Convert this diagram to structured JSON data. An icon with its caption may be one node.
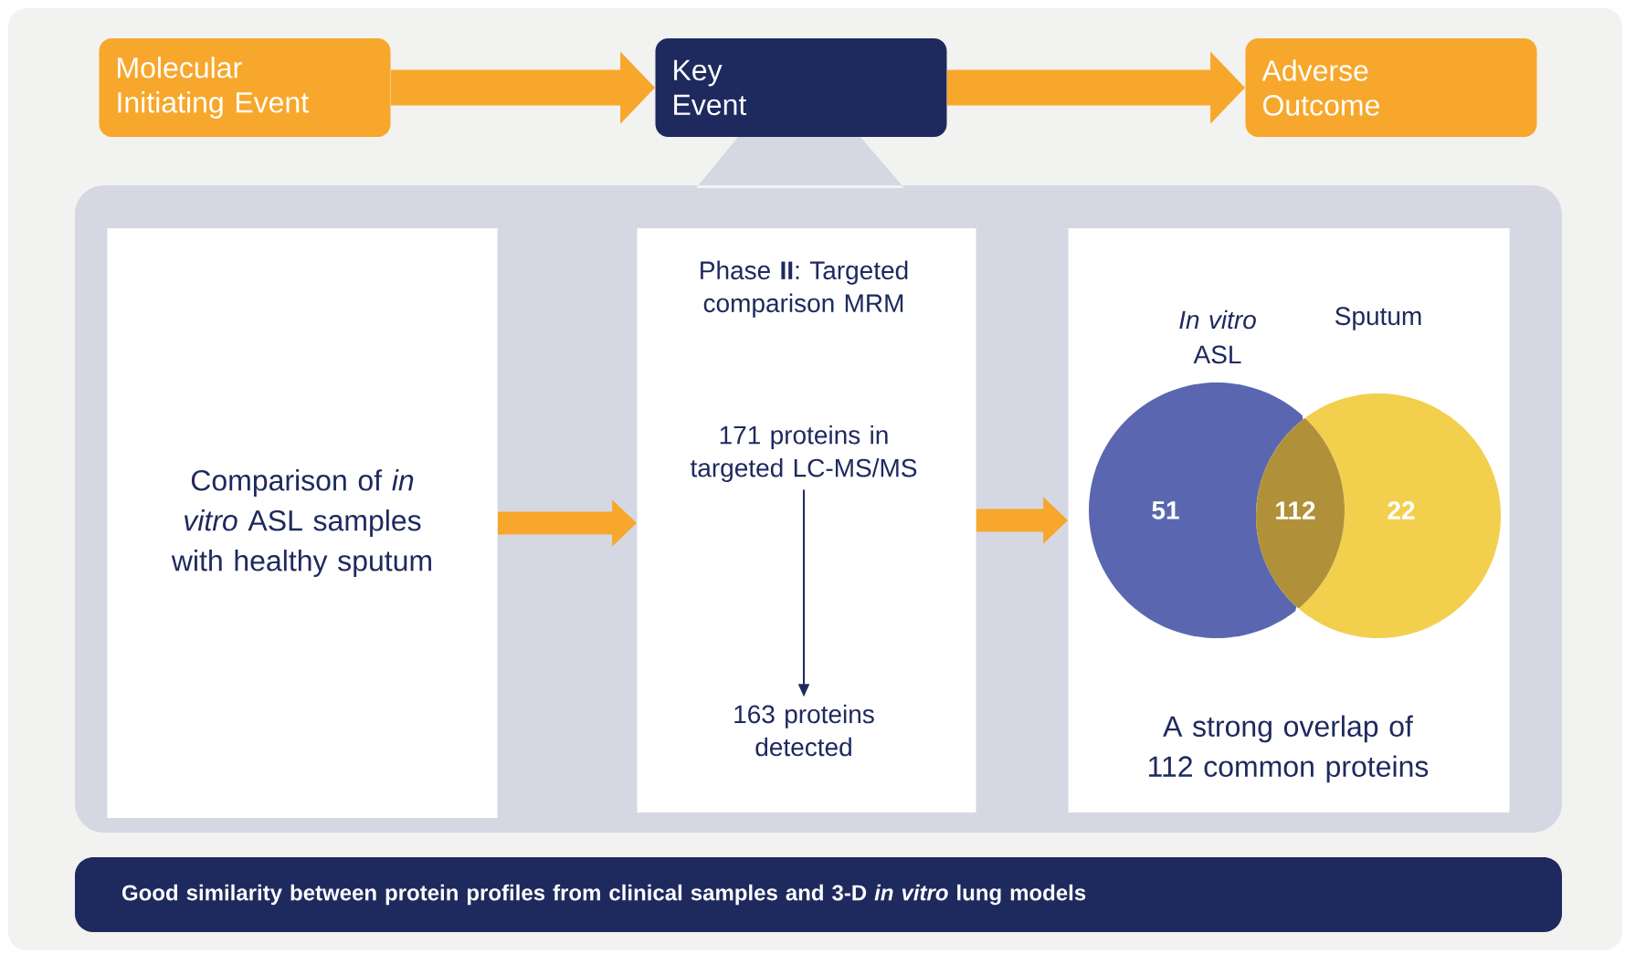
{
  "diagram": {
    "nodes": [
      {
        "text": [
          "Molecular Initiating Event"
        ]
      },
      {
        "text": [
          "Key Event"
        ]
      },
      {
        "text": [
          "Adverse Outcome"
        ]
      },
      {
        "text": [],
        "shape": "box"
      },
      {
        "text": [
          "Comparison of *in vitro* ASL samples with healthy sputum"
        ],
        "in": 3
      },
      {
        "text": [
          "Phase **II**: Targeted comparison MRM"
        ],
        "in": 3
      },
      {
        "text": [
          "171 proteins in targeted LC-MS/MS"
        ],
        "in": 5
      },
      {
        "text": [
          "163 proteins detected"
        ],
        "in": 5
      },
      {
        "text": [
          "A strong overlap of 112 common proteins"
        ],
        "in": 3
      },
      {
        "text": [
          "*In vitro* ASL",
          "51"
        ],
        "in": 8
      },
      {
        "text": [
          "Sputum",
          "22"
        ],
        "in": 8
      },
      {
        "text": [
          "Good similarity between protein profiles from clinical samples and 3-D *in vitro* lung models"
        ]
      }
    ],
    "edges": [
      {
        "from": 0,
        "to": 1,
        "arrow": "to"
      },
      {
        "from": 1,
        "to": 2,
        "arrow": "to"
      },
      {
        "from": 4,
        "to": 5,
        "arrow": "to"
      },
      {
        "from": 5,
        "to": 8,
        "arrow": "to"
      },
      {
        "from": 6,
        "to": 7,
        "arrow": "to",
        "color": "#1e2a5e"
      }
    ],
    "labels": [
      "112"
    ]
  }
}
